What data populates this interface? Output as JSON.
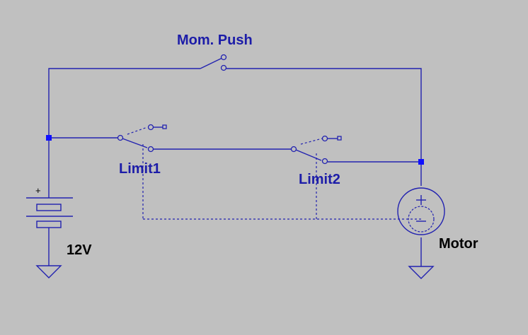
{
  "colors": {
    "background": "#c0c0c0",
    "wire": "#2222b0",
    "junction": "#1010ff",
    "label_blue": "#1c1ca8",
    "label_black": "#000000"
  },
  "labels": {
    "switch": "Mom. Push",
    "limit1": "Limit1",
    "limit2": "Limit2",
    "battery": "12V",
    "battery_plus": "+",
    "motor": "Motor"
  },
  "icons": [
    "battery-icon",
    "motor-icon",
    "ground-icon",
    "switch-icon"
  ]
}
